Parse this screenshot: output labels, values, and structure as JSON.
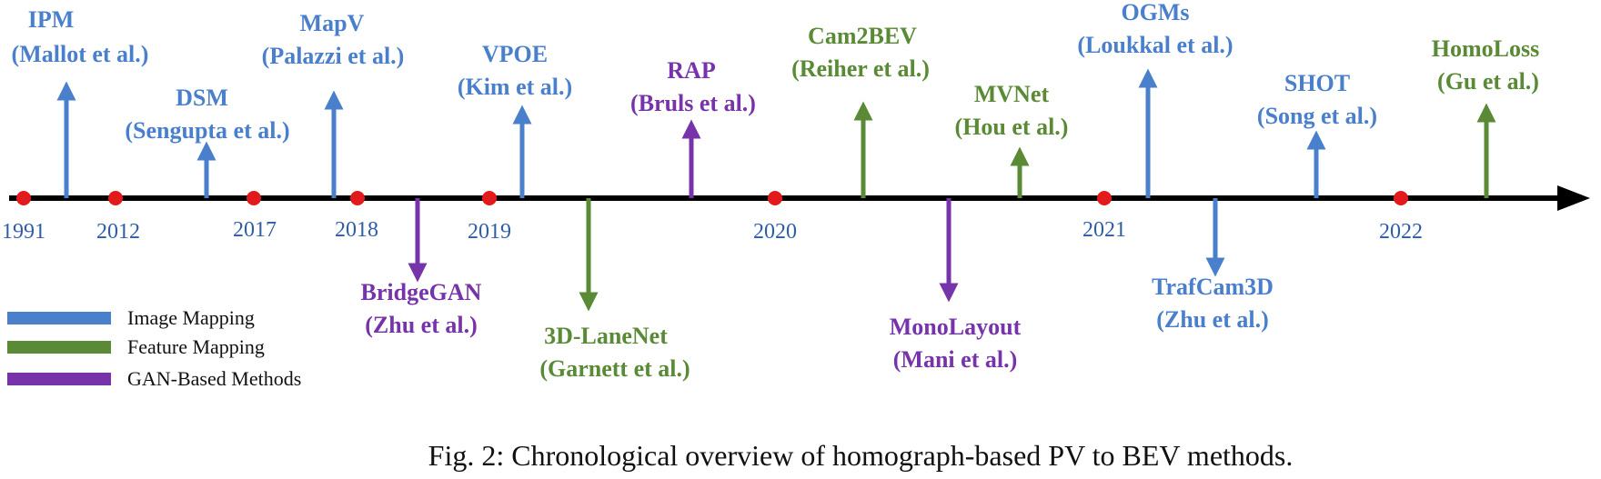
{
  "colors": {
    "image_mapping": "#4A7FCC",
    "feature_mapping": "#5A8A35",
    "gan_based": "#7733AA",
    "axis": "#000000",
    "year_dot": "#E31A1C",
    "year_text": "#2E5DA8"
  },
  "years": [
    "1991",
    "2012",
    "2017",
    "2018",
    "2019",
    "2020",
    "2021",
    "2022"
  ],
  "methods": [
    {
      "name": "IPM",
      "authors": "(Mallot et al.)",
      "category": "image_mapping",
      "direction": "up"
    },
    {
      "name": "DSM",
      "authors": "(Sengupta et al.)",
      "category": "image_mapping",
      "direction": "up"
    },
    {
      "name": "MapV",
      "authors": "(Palazzi et al.)",
      "category": "image_mapping",
      "direction": "up"
    },
    {
      "name": "BridgeGAN",
      "authors": "(Zhu et al.)",
      "category": "gan_based",
      "direction": "down"
    },
    {
      "name": "VPOE",
      "authors": "(Kim et al.)",
      "category": "image_mapping",
      "direction": "up"
    },
    {
      "name": "3D-LaneNet",
      "authors": "(Garnett et al.)",
      "category": "feature_mapping",
      "direction": "down"
    },
    {
      "name": "RAP",
      "authors": "(Bruls et al.)",
      "category": "gan_based",
      "direction": "up"
    },
    {
      "name": "Cam2BEV",
      "authors": "(Reiher et al.)",
      "category": "feature_mapping",
      "direction": "up"
    },
    {
      "name": "MonoLayout",
      "authors": "(Mani et al.)",
      "category": "gan_based",
      "direction": "down"
    },
    {
      "name": "MVNet",
      "authors": "(Hou et al.)",
      "category": "feature_mapping",
      "direction": "up"
    },
    {
      "name": "OGMs",
      "authors": "(Loukkal et al.)",
      "category": "image_mapping",
      "direction": "up"
    },
    {
      "name": "TrafCam3D",
      "authors": "(Zhu et al.)",
      "category": "image_mapping",
      "direction": "down"
    },
    {
      "name": "SHOT",
      "authors": "(Song et al.)",
      "category": "image_mapping",
      "direction": "up"
    },
    {
      "name": "HomoLoss",
      "authors": "(Gu et al.)",
      "category": "feature_mapping",
      "direction": "up"
    }
  ],
  "legend": [
    {
      "label": "Image Mapping",
      "category": "image_mapping"
    },
    {
      "label": "Feature Mapping",
      "category": "feature_mapping"
    },
    {
      "label": "GAN-Based Methods",
      "category": "gan_based"
    }
  ],
  "caption": "Fig. 2: Chronological overview of homograph-based PV to BEV methods."
}
